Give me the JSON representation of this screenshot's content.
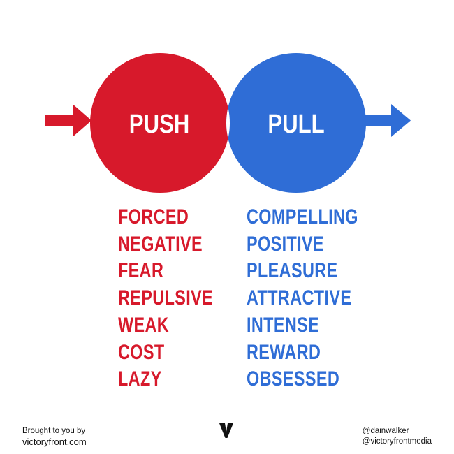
{
  "diagram": {
    "left_circle": {
      "label": "PUSH",
      "color": "#d7192b"
    },
    "right_circle": {
      "label": "PULL",
      "color": "#2f6dd6"
    },
    "overlap_color": "#ffffff",
    "label_color": "#ffffff"
  },
  "push_words": [
    "FORCED",
    "NEGATIVE",
    "FEAR",
    "REPULSIVE",
    "WEAK",
    "COST",
    "LAZY"
  ],
  "pull_words": [
    "COMPELLING",
    "POSITIVE",
    "PLEASURE",
    "ATTRACTIVE",
    "INTENSE",
    "REWARD",
    "OBSESSED"
  ],
  "footer": {
    "credit_line": "Brought to you by",
    "site": "victoryfront.com",
    "handle_1": "@dainwalker",
    "handle_2": "@victoryfrontmedia",
    "logo_icon": "v-logo-icon"
  }
}
